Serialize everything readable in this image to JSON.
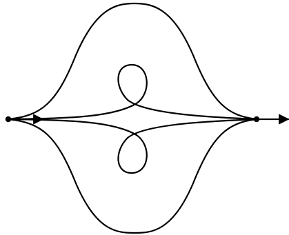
{
  "diagram": {
    "stroke_color": "#000000",
    "background_color": "#ffffff",
    "nodes": [
      {
        "id": "left-node"
      },
      {
        "id": "right-node"
      }
    ],
    "edges": [
      {
        "id": "top-outer-arc",
        "kind": "arc",
        "direction": "up"
      },
      {
        "id": "bottom-outer-arc",
        "kind": "arc",
        "direction": "down"
      },
      {
        "id": "top-loop",
        "kind": "loop",
        "direction": "up"
      },
      {
        "id": "bottom-loop",
        "kind": "loop",
        "direction": "down"
      },
      {
        "id": "output-arrow",
        "kind": "arrow"
      }
    ]
  }
}
